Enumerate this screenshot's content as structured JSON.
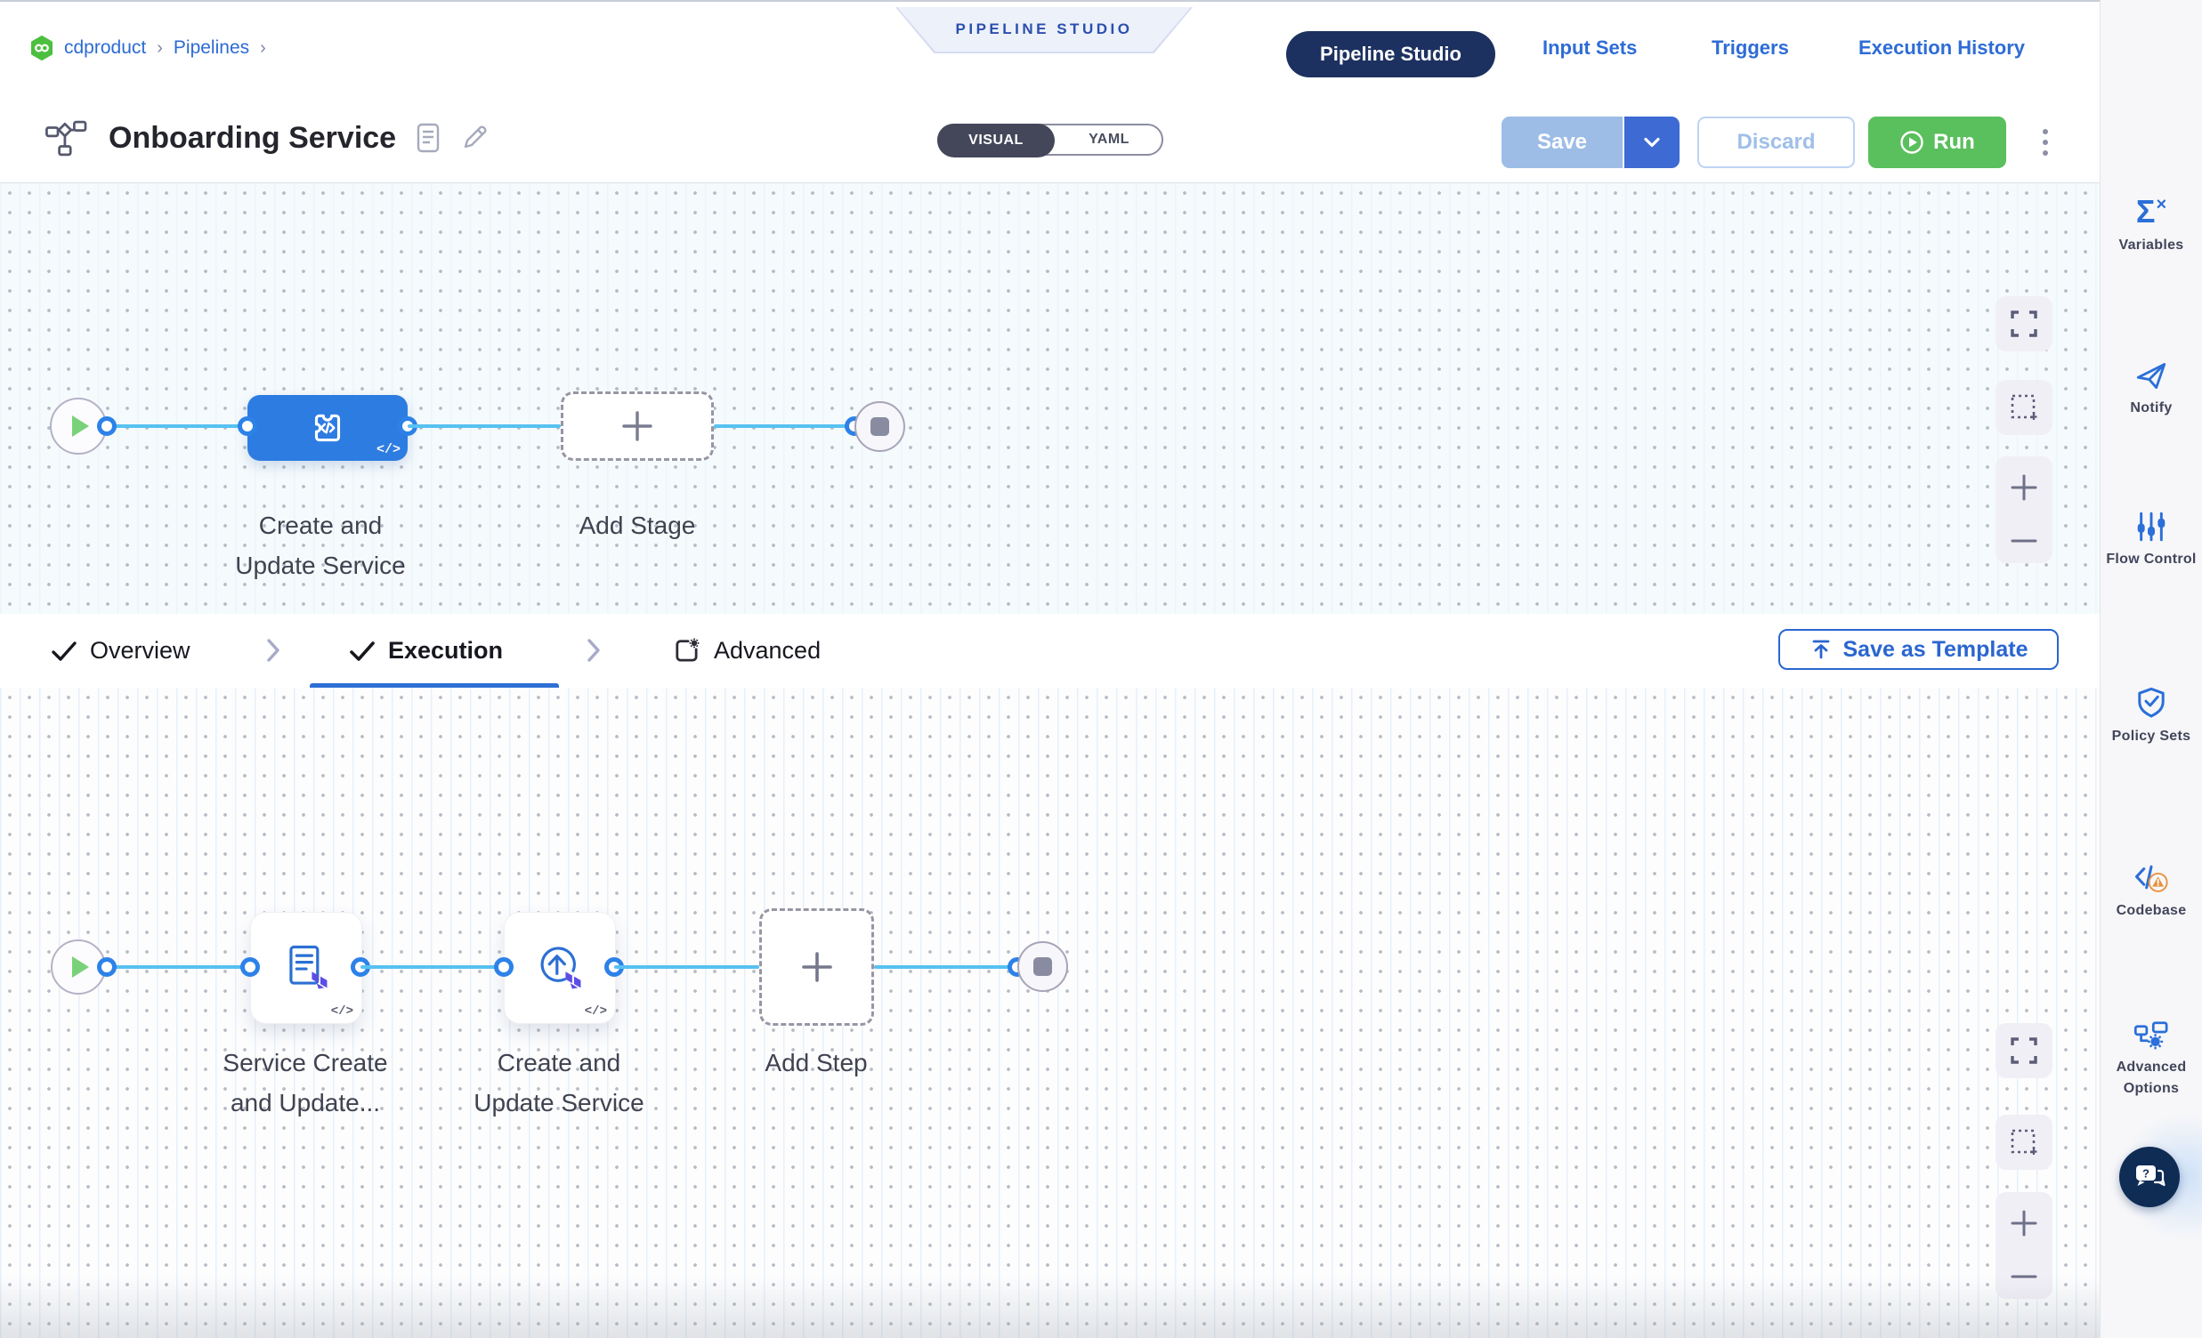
{
  "breadcrumb": {
    "project": "cdproduct",
    "sep": "›",
    "section": "Pipelines"
  },
  "banner": {
    "label": "PIPELINE STUDIO"
  },
  "top_nav": {
    "active": "Pipeline Studio",
    "tabs": [
      {
        "label": "Pipeline Studio"
      },
      {
        "label": "Input Sets"
      },
      {
        "label": "Triggers"
      },
      {
        "label": "Execution History"
      }
    ]
  },
  "toolbar": {
    "title": "Onboarding Service",
    "mode_toggle": {
      "visual": "VISUAL",
      "yaml": "YAML",
      "selected": "VISUAL"
    },
    "save_label": "Save",
    "discard_label": "Discard",
    "run_label": "Run"
  },
  "stage_canvas": {
    "stage_label_line1": "Create and",
    "stage_label_line2": "Update Service",
    "add_stage_label": "Add Stage",
    "code_glyph": "</>"
  },
  "stage_tabs": {
    "overview_label": "Overview",
    "execution_label": "Execution",
    "advanced_label": "Advanced",
    "active": "Execution",
    "save_as_template_label": "Save as Template"
  },
  "execution_canvas": {
    "steps": [
      {
        "label_line1": "Service Create",
        "label_line2": "and Update..."
      },
      {
        "label_line1": "Create and",
        "label_line2": "Update Service"
      }
    ],
    "add_step_label": "Add Step",
    "code_glyph": "</>"
  },
  "sidebar": {
    "items": [
      {
        "label": "Variables",
        "icon": "sigma-x-icon"
      },
      {
        "label": "Notify",
        "icon": "paper-plane-icon"
      },
      {
        "label": "Flow Control",
        "icon": "sliders-icon"
      },
      {
        "label": "Policy Sets",
        "icon": "shield-check-icon"
      },
      {
        "label": "Codebase",
        "icon": "code-warning-icon"
      },
      {
        "label": "Advanced Options",
        "icon": "pipeline-gear-icon"
      }
    ]
  },
  "icons": {
    "variables_sigma": "Σ",
    "variables_sup": "×"
  },
  "colors": {
    "accent_blue": "#2e6cd6",
    "navy_pill": "#1d3160",
    "stage_blue": "#2d7ce2",
    "run_green": "#5abf5d",
    "link_line": "#57c1f1",
    "save_disabled": "#9dbde7",
    "save_caret": "#3d6ad3",
    "terraform_purple": "#5c4ee5",
    "warning_orange": "#e8913f"
  }
}
